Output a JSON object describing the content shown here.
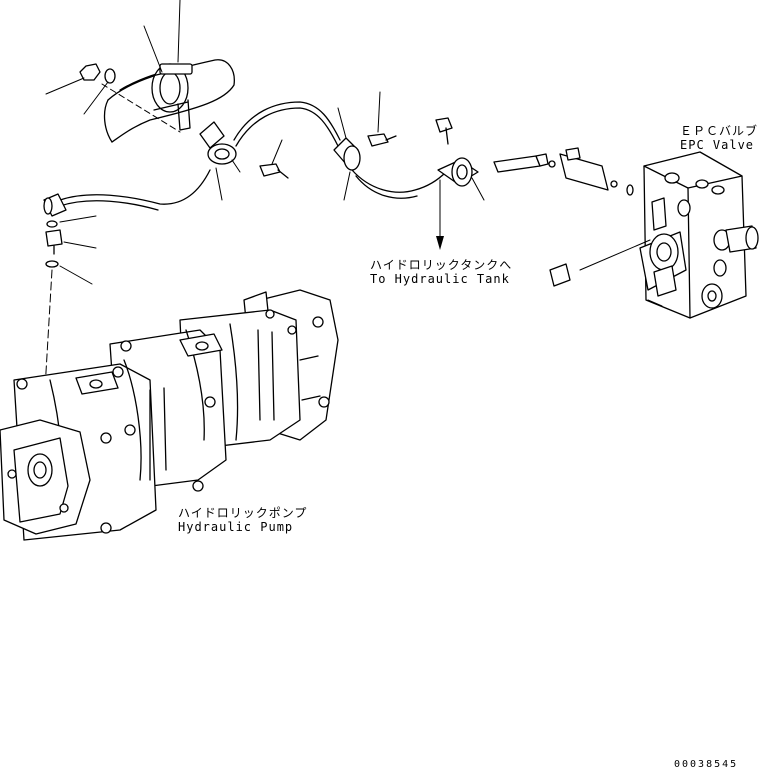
{
  "labels": {
    "epc_valve_jp": "ＥＰＣバルブ",
    "epc_valve_en": "EPC Valve",
    "tank_jp": "ハイドロリックタンクへ",
    "tank_en": "To Hydraulic Tank",
    "pump_jp": "ハイドロリックポンプ",
    "pump_en": "Hydraulic Pump",
    "drawing_code": "00038545"
  },
  "colors": {
    "line": "#000000",
    "background": "#ffffff"
  }
}
